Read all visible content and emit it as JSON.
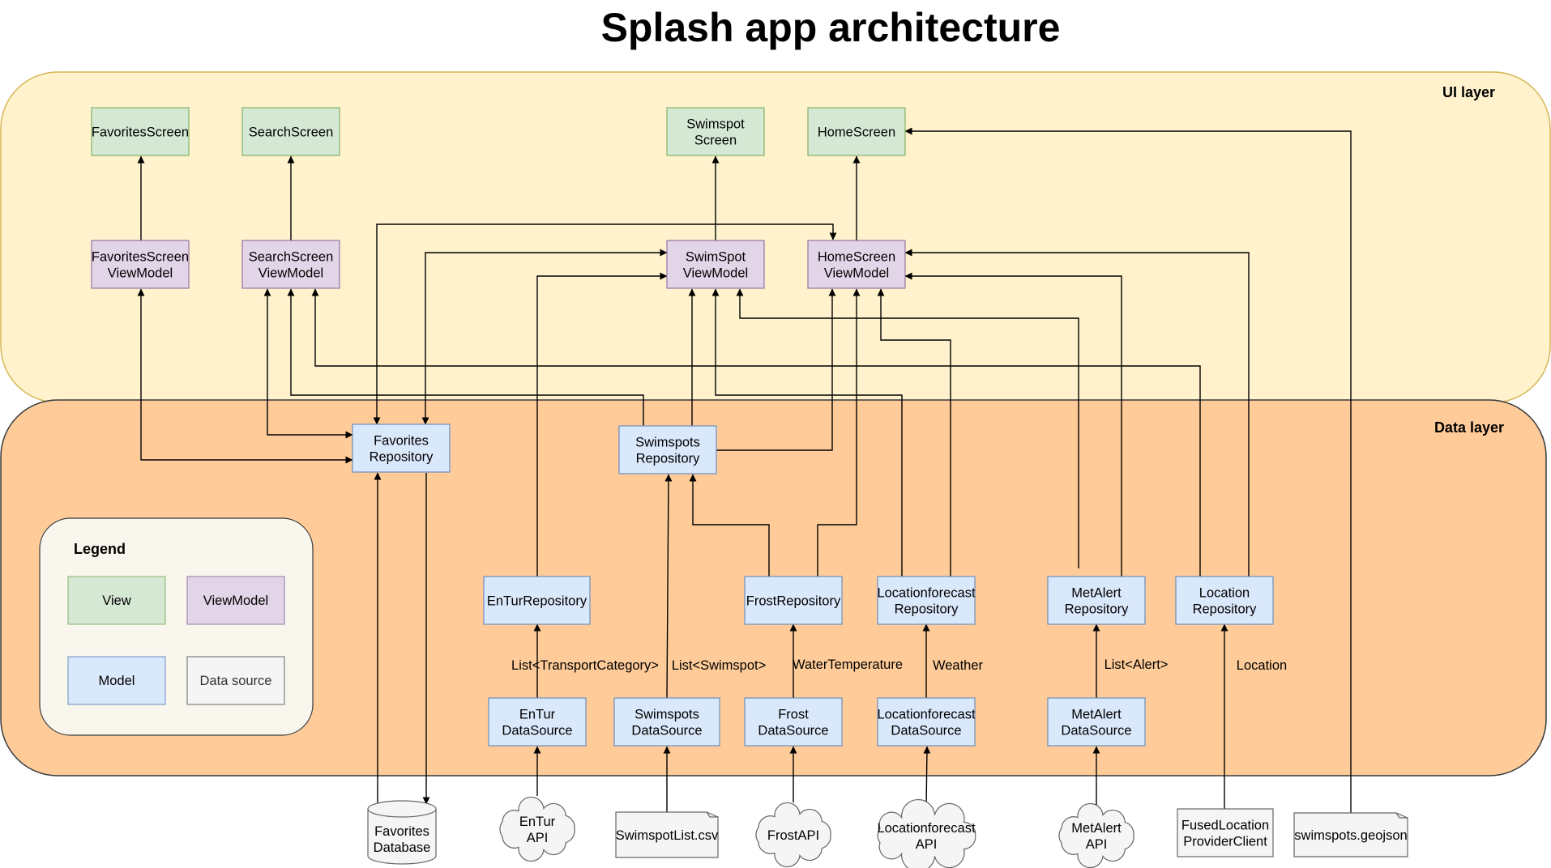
{
  "title": "Splash app architecture",
  "layers": {
    "ui": "UI layer",
    "data": "Data layer"
  },
  "colors": {
    "ui_layer_fill": "#fff2cc",
    "ui_layer_stroke": "#d6b656",
    "data_layer_fill": "#ffcc99",
    "data_layer_stroke": "#36393d",
    "view_fill": "#d5e8d4",
    "view_stroke": "#82b366",
    "viewmodel_fill": "#e1d5e7",
    "viewmodel_stroke": "#9673a6",
    "model_fill": "#dae8fc",
    "model_stroke": "#6c8ebf",
    "datasource_fill": "#f5f5f5",
    "datasource_stroke": "#666666",
    "legend_fill": "#f9f7ed"
  },
  "nodes": {
    "favorites_screen": [
      "FavoritesScreen"
    ],
    "search_screen": [
      "SearchScreen"
    ],
    "swimspot_screen": [
      "Swimspot",
      "Screen"
    ],
    "home_screen": [
      "HomeScreen"
    ],
    "favorites_vm": [
      "FavoritesScreen",
      "ViewModel"
    ],
    "search_vm": [
      "SearchScreen",
      "ViewModel"
    ],
    "swimspot_vm": [
      "SwimSpot",
      "ViewModel"
    ],
    "home_vm": [
      "HomeScreen",
      "ViewModel"
    ],
    "favorites_repo": [
      "Favorites",
      "Repository"
    ],
    "swimspots_repo": [
      "Swimspots",
      "Repository"
    ],
    "entur_repo": [
      "EnTurRepository"
    ],
    "frost_repo": [
      "FrostRepository"
    ],
    "locationforecast_repo": [
      "Locationforecast",
      "Repository"
    ],
    "metalert_repo": [
      "MetAlert",
      "Repository"
    ],
    "location_repo": [
      "Location",
      "Repository"
    ],
    "entur_ds": [
      "EnTur",
      "DataSource"
    ],
    "swimspots_ds": [
      "Swimspots",
      "DataSource"
    ],
    "frost_ds": [
      "Frost",
      "DataSource"
    ],
    "locationforecast_ds": [
      "Locationforecast",
      "DataSource"
    ],
    "metalert_ds": [
      "MetAlert",
      "DataSource"
    ],
    "favorites_db": [
      "Favorites",
      "Database"
    ],
    "entur_api": [
      "EnTur",
      "API"
    ],
    "swimspot_csv": [
      "SwimspotList.csv"
    ],
    "frost_api": [
      "FrostAPI"
    ],
    "locationforecast_api": [
      "Locationforecast",
      "API"
    ],
    "metalert_api": [
      "MetAlert",
      "API"
    ],
    "fused_location": [
      "FusedLocation",
      "ProviderClient"
    ],
    "swimspots_geojson": [
      "swimspots.geojson"
    ]
  },
  "edge_labels": {
    "entur": "List<TransportCategory>",
    "swimspots": "List<Swimspot>",
    "frost": "WaterTemperature",
    "weather": "Weather",
    "alerts": "List<Alert>",
    "location": "Location"
  },
  "legend": {
    "title": "Legend",
    "view": "View",
    "viewmodel": "ViewModel",
    "model": "Model",
    "datasource": "Data source"
  }
}
